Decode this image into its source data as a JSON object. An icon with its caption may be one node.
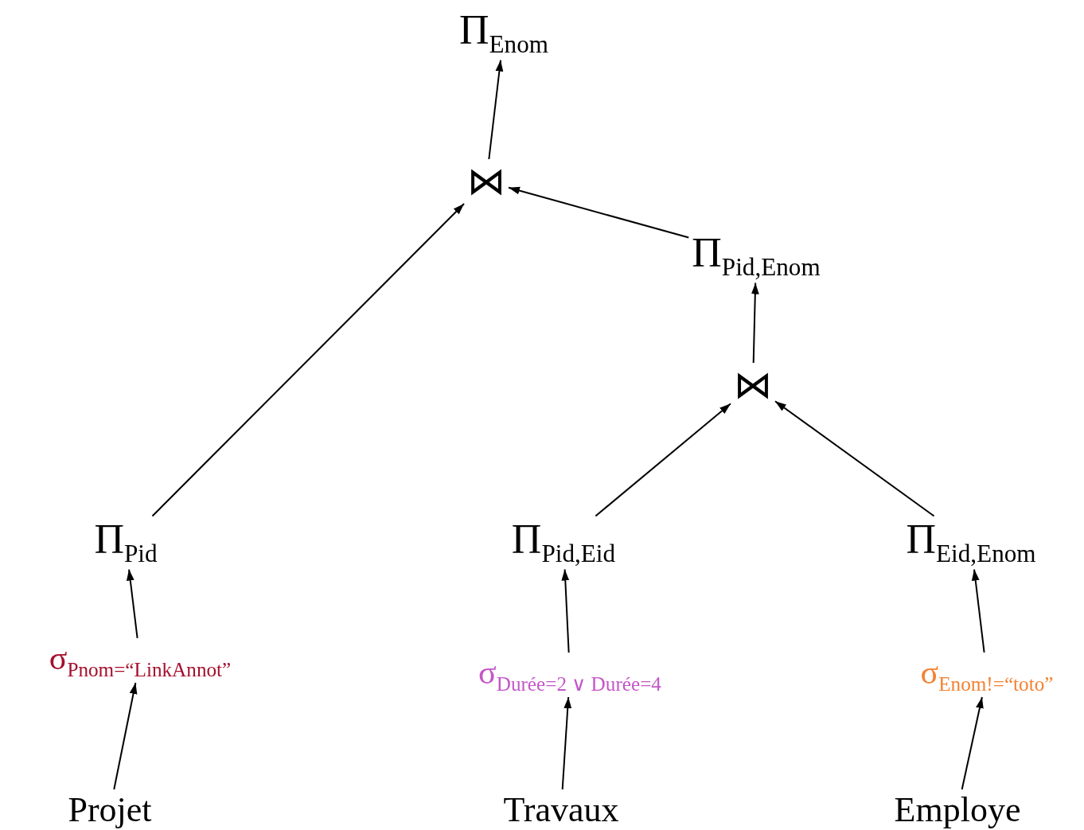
{
  "diagram": {
    "nodes": [
      {
        "text": [
          "Π$_{Enom}$"
        ]
      },
      {
        "text": [
          "⋈"
        ]
      },
      {
        "text": [
          "Π$_{Pid,Enom}$"
        ]
      },
      {
        "text": [
          "⋈"
        ]
      },
      {
        "text": [
          "Π$_{Pid}$"
        ]
      },
      {
        "text": [
          "Π$_{Pid,Eid}$"
        ]
      },
      {
        "text": [
          "Π$_{Eid,Enom}$"
        ]
      },
      {
        "text": [
          "σ$_{Pnom=“LinkAnnot”}$"
        ]
      },
      {
        "text": [
          "σ$_{Durée=2 ∨ Durée=4}$"
        ]
      },
      {
        "text": [
          "σ$_{Enom!=“toto”}$"
        ]
      },
      {
        "text": [
          "Projet"
        ]
      },
      {
        "text": [
          "Travaux"
        ]
      },
      {
        "text": [
          "Employe"
        ]
      }
    ],
    "edges": [
      {
        "from": 10,
        "to": 7,
        "arrow": "to"
      },
      {
        "from": 7,
        "to": 4,
        "arrow": "to"
      },
      {
        "from": 4,
        "to": 1,
        "arrow": "to"
      },
      {
        "from": 11,
        "to": 8,
        "arrow": "to"
      },
      {
        "from": 8,
        "to": 5,
        "arrow": "to"
      },
      {
        "from": 5,
        "to": 3,
        "arrow": "to"
      },
      {
        "from": 12,
        "to": 9,
        "arrow": "to"
      },
      {
        "from": 9,
        "to": 6,
        "arrow": "to"
      },
      {
        "from": 6,
        "to": 3,
        "arrow": "to"
      },
      {
        "from": 3,
        "to": 2,
        "arrow": "to"
      },
      {
        "from": 2,
        "to": 1,
        "arrow": "to"
      },
      {
        "from": 1,
        "to": 0,
        "arrow": "to"
      }
    ]
  }
}
